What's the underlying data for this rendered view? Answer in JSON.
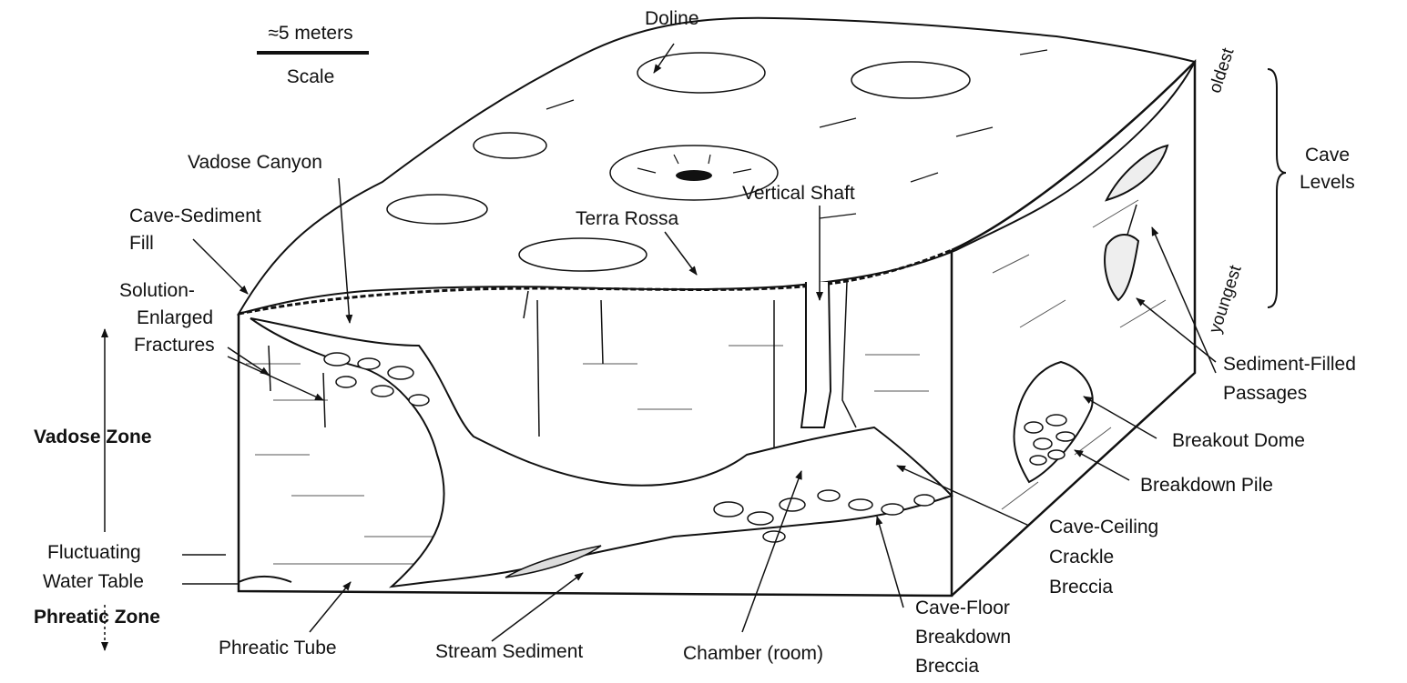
{
  "scale": {
    "value": "≈5 meters",
    "caption": "Scale"
  },
  "labels": {
    "doline": "Doline",
    "vadose_canyon": "Vadose Canyon",
    "cave_sediment_fill_1": "Cave-Sediment",
    "cave_sediment_fill_2": "Fill",
    "solution_1": "Solution-",
    "solution_2": "Enlarged",
    "solution_3": "Fractures",
    "vertical_shaft": "Vertical Shaft",
    "terra_rossa": "Terra Rossa",
    "oldest": "oldest",
    "youngest": "youngest",
    "cave_levels_1": "Cave",
    "cave_levels_2": "Levels",
    "sediment_filled_1": "Sediment-Filled",
    "sediment_filled_2": "Passages",
    "breakout_dome": "Breakout Dome",
    "breakdown_pile": "Breakdown Pile",
    "ceiling_1": "Cave-Ceiling",
    "ceiling_2": "Crackle",
    "ceiling_3": "Breccia",
    "floor_1": "Cave-Floor",
    "floor_2": "Breakdown",
    "floor_3": "Breccia",
    "chamber": "Chamber (room)",
    "stream_sediment": "Stream Sediment",
    "phreatic_tube": "Phreatic Tube",
    "water_1": "Fluctuating",
    "water_2": "Water Table",
    "vadose_zone": "Vadose Zone",
    "phreatic_zone": "Phreatic Zone"
  }
}
